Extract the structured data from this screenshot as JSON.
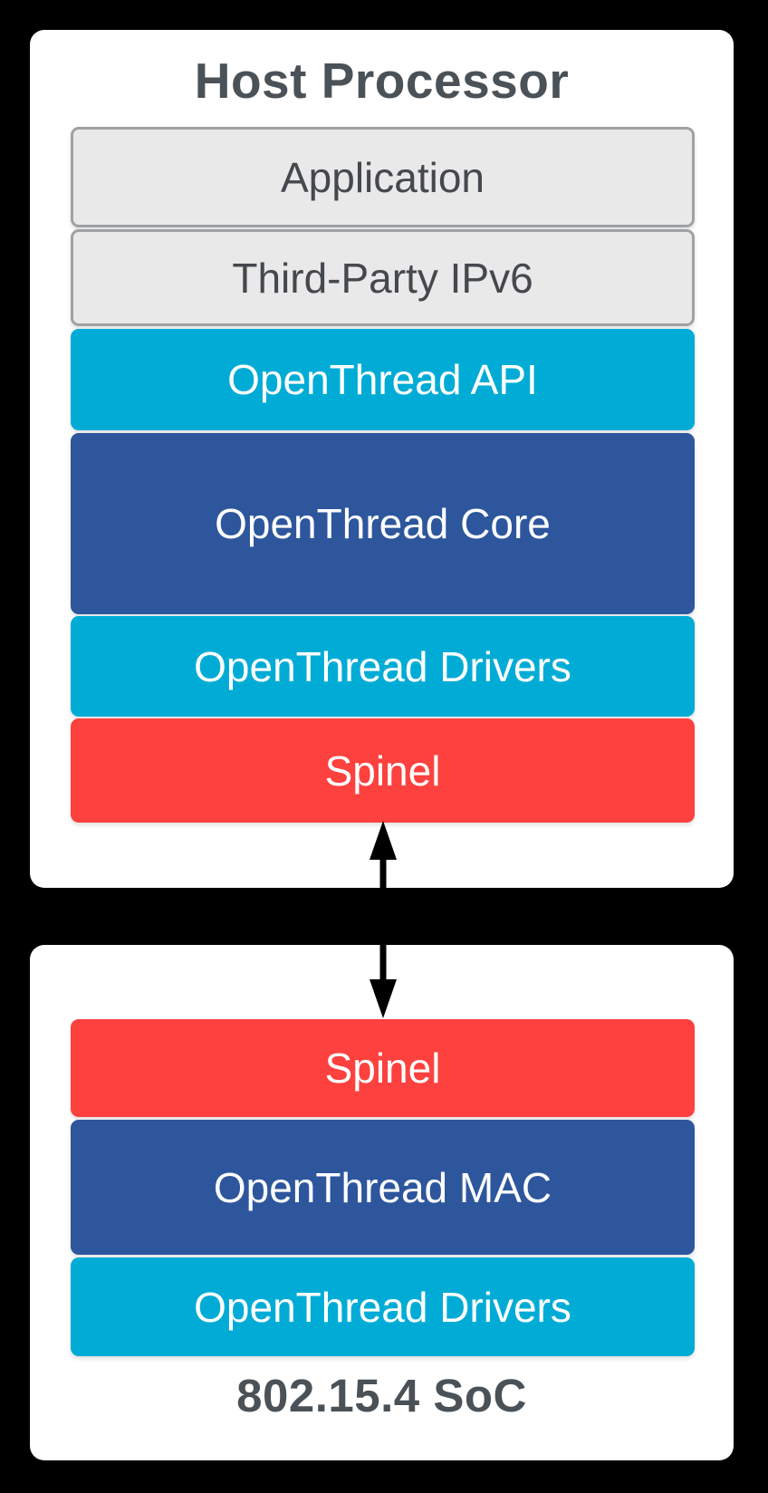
{
  "colors": {
    "background": "#000000",
    "card": "#FFFFFF",
    "cyan": "#00ACD6",
    "blue": "#2D569D",
    "red": "#FC413E",
    "gray_fill": "#E9E9EA",
    "gray_border": "#9FA1A3",
    "title_text": "#4A5157",
    "gray_layer_text": "#45484C",
    "arrow": "#000000"
  },
  "host_box": {
    "title": "Host Processor",
    "layers": [
      {
        "label": "Application",
        "type": "gray"
      },
      {
        "label": "Third-Party IPv6",
        "type": "gray"
      },
      {
        "label": "OpenThread API",
        "type": "cyan"
      },
      {
        "label": "OpenThread Core",
        "type": "blue"
      },
      {
        "label": "OpenThread Drivers",
        "type": "cyan"
      },
      {
        "label": "Spinel",
        "type": "red"
      }
    ]
  },
  "connector": {
    "type": "double-headed-vertical-arrow"
  },
  "soc_box": {
    "title": "802.15.4 SoC",
    "layers": [
      {
        "label": "Spinel",
        "type": "red"
      },
      {
        "label": "OpenThread MAC",
        "type": "blue"
      },
      {
        "label": "OpenThread Drivers",
        "type": "cyan"
      }
    ]
  }
}
